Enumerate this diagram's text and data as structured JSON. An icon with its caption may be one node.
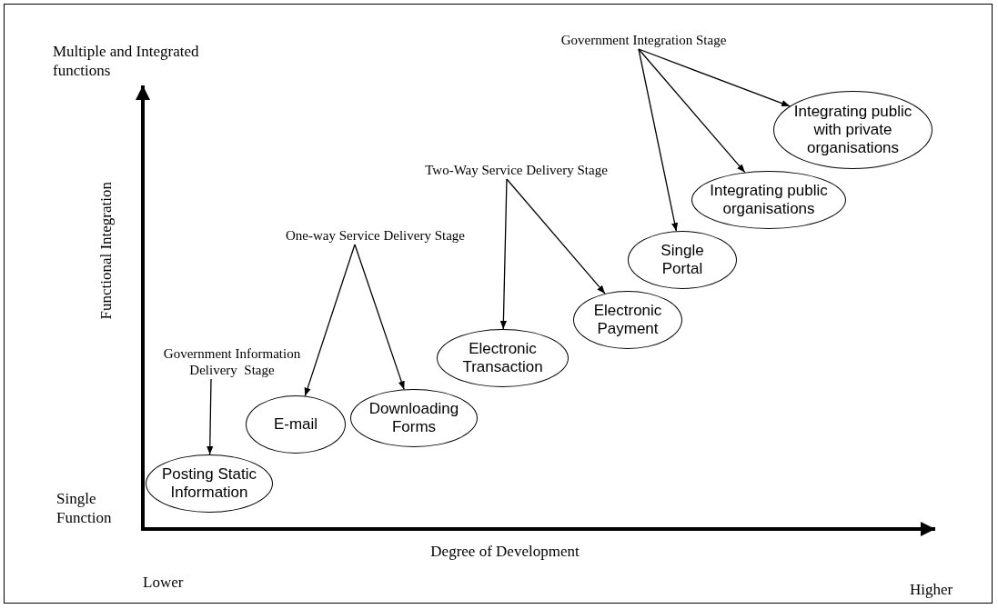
{
  "diagram": {
    "nodes": [
      {
        "text": [
          "Government Information Delivery  Stage"
        ]
      },
      {
        "text": [
          "Posting Static Information"
        ]
      },
      {
        "text": [
          "One-way Service Delivery Stage"
        ]
      },
      {
        "text": [
          "E-mail"
        ]
      },
      {
        "text": [
          "Downloading Forms"
        ]
      },
      {
        "text": [
          "Two-Way Service Delivery Stage"
        ]
      },
      {
        "text": [
          "Electronic Transaction"
        ]
      },
      {
        "text": [
          "Electronic Payment"
        ]
      },
      {
        "text": [
          "Government Integration Stage"
        ]
      },
      {
        "text": [
          "Single Portal"
        ]
      },
      {
        "text": [
          "Integrating public organisations"
        ]
      },
      {
        "text": [
          "Integrating public with private organisations"
        ]
      }
    ],
    "edges": [
      {
        "from": 0,
        "to": 1,
        "arrow": "to"
      },
      {
        "from": 2,
        "to": 3,
        "arrow": "to"
      },
      {
        "from": 2,
        "to": 4,
        "arrow": "to"
      },
      {
        "from": 5,
        "to": 6,
        "arrow": "to"
      },
      {
        "from": 5,
        "to": 7,
        "arrow": "to"
      },
      {
        "from": 8,
        "to": 9,
        "arrow": "to"
      },
      {
        "from": 8,
        "to": 10,
        "arrow": "to"
      },
      {
        "from": 8,
        "to": 11,
        "arrow": "to"
      }
    ],
    "labels": [
      "Multiple and Integrated functions",
      "Functional Integration",
      "Single Function",
      "Degree of Development",
      "Lower",
      "Higher"
    ]
  }
}
